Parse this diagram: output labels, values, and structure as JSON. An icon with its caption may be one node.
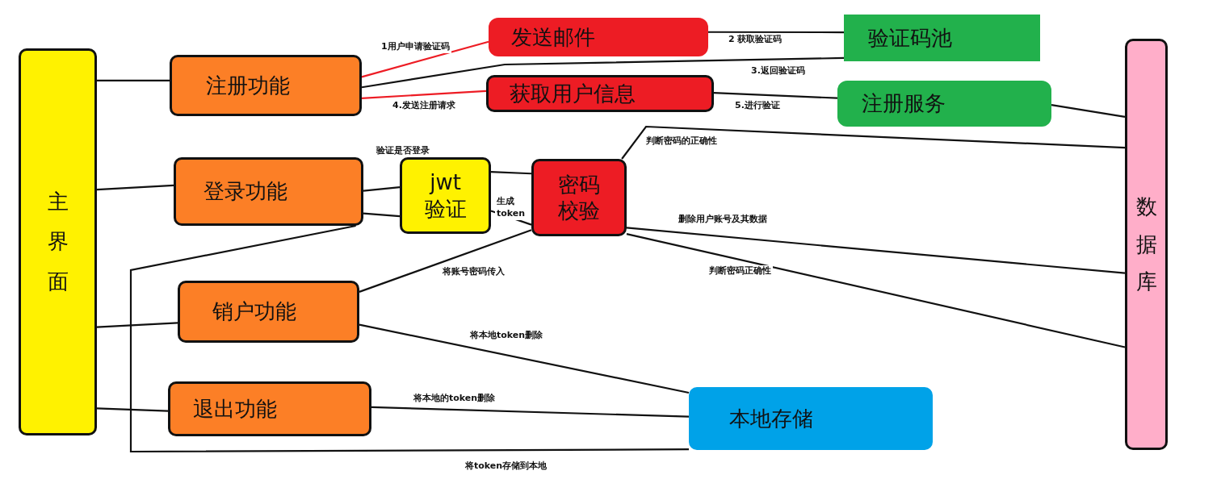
{
  "diagram": {
    "nodes": [
      {
        "text": [
          "主界面"
        ]
      },
      {
        "text": [
          "注册功能"
        ]
      },
      {
        "text": [
          "登录功能"
        ]
      },
      {
        "text": [
          "销户功能"
        ]
      },
      {
        "text": [
          "退出功能"
        ]
      },
      {
        "text": [
          "发送邮件"
        ]
      },
      {
        "text": [
          "获取用户信息"
        ]
      },
      {
        "text": [
          "验证码池"
        ]
      },
      {
        "text": [
          "注册服务"
        ]
      },
      {
        "text": [
          "jwt验证"
        ]
      },
      {
        "text": [
          "密码校验"
        ]
      },
      {
        "text": [
          "本地存储"
        ]
      },
      {
        "text": [
          "数据库"
        ]
      }
    ],
    "edges": [
      {
        "from": 0,
        "to": 1,
        "arrow": "none"
      },
      {
        "from": 0,
        "to": 2,
        "arrow": "none"
      },
      {
        "from": 0,
        "to": 3,
        "arrow": "none"
      },
      {
        "from": 0,
        "to": 4,
        "arrow": "none"
      },
      {
        "from": 1,
        "to": 5,
        "arrow": "none",
        "label": "1用户申请验证码",
        "color": "#ed1c24"
      },
      {
        "from": 5,
        "to": 7,
        "arrow": "none",
        "label": "2 获取验证码"
      },
      {
        "from": 7,
        "to": 1,
        "arrow": "none",
        "label": "3.返回验证码"
      },
      {
        "from": 1,
        "to": 6,
        "arrow": "none",
        "label": "4.发送注册请求",
        "color": "#ed1c24"
      },
      {
        "from": 6,
        "to": 8,
        "arrow": "none",
        "label": "5.进行验证"
      },
      {
        "from": 8,
        "to": 12,
        "arrow": "none"
      },
      {
        "from": 2,
        "to": 9,
        "arrow": "none",
        "label": "验证是否登录"
      },
      {
        "from": 9,
        "to": 10,
        "arrow": "none"
      },
      {
        "from": 9,
        "to": 2,
        "arrow": "none"
      },
      {
        "from": 10,
        "to": 9,
        "arrow": "none",
        "label": "生成token"
      },
      {
        "from": 10,
        "to": 12,
        "arrow": "none",
        "label": "判断密码的正确性"
      },
      {
        "from": 10,
        "to": 12,
        "arrow": "none",
        "label": "删除用户账号及其数据"
      },
      {
        "from": 10,
        "to": 12,
        "arrow": "none",
        "label": "判断密码正确性"
      },
      {
        "from": 3,
        "to": 10,
        "arrow": "none",
        "label": "将账号密码传入"
      },
      {
        "from": 3,
        "to": 11,
        "arrow": "none",
        "label": "将本地token删除"
      },
      {
        "from": 4,
        "to": 11,
        "arrow": "none",
        "label": "将本地的token删除"
      },
      {
        "from": 2,
        "to": 11,
        "arrow": "none",
        "label": "将token存储到本地"
      }
    ]
  }
}
